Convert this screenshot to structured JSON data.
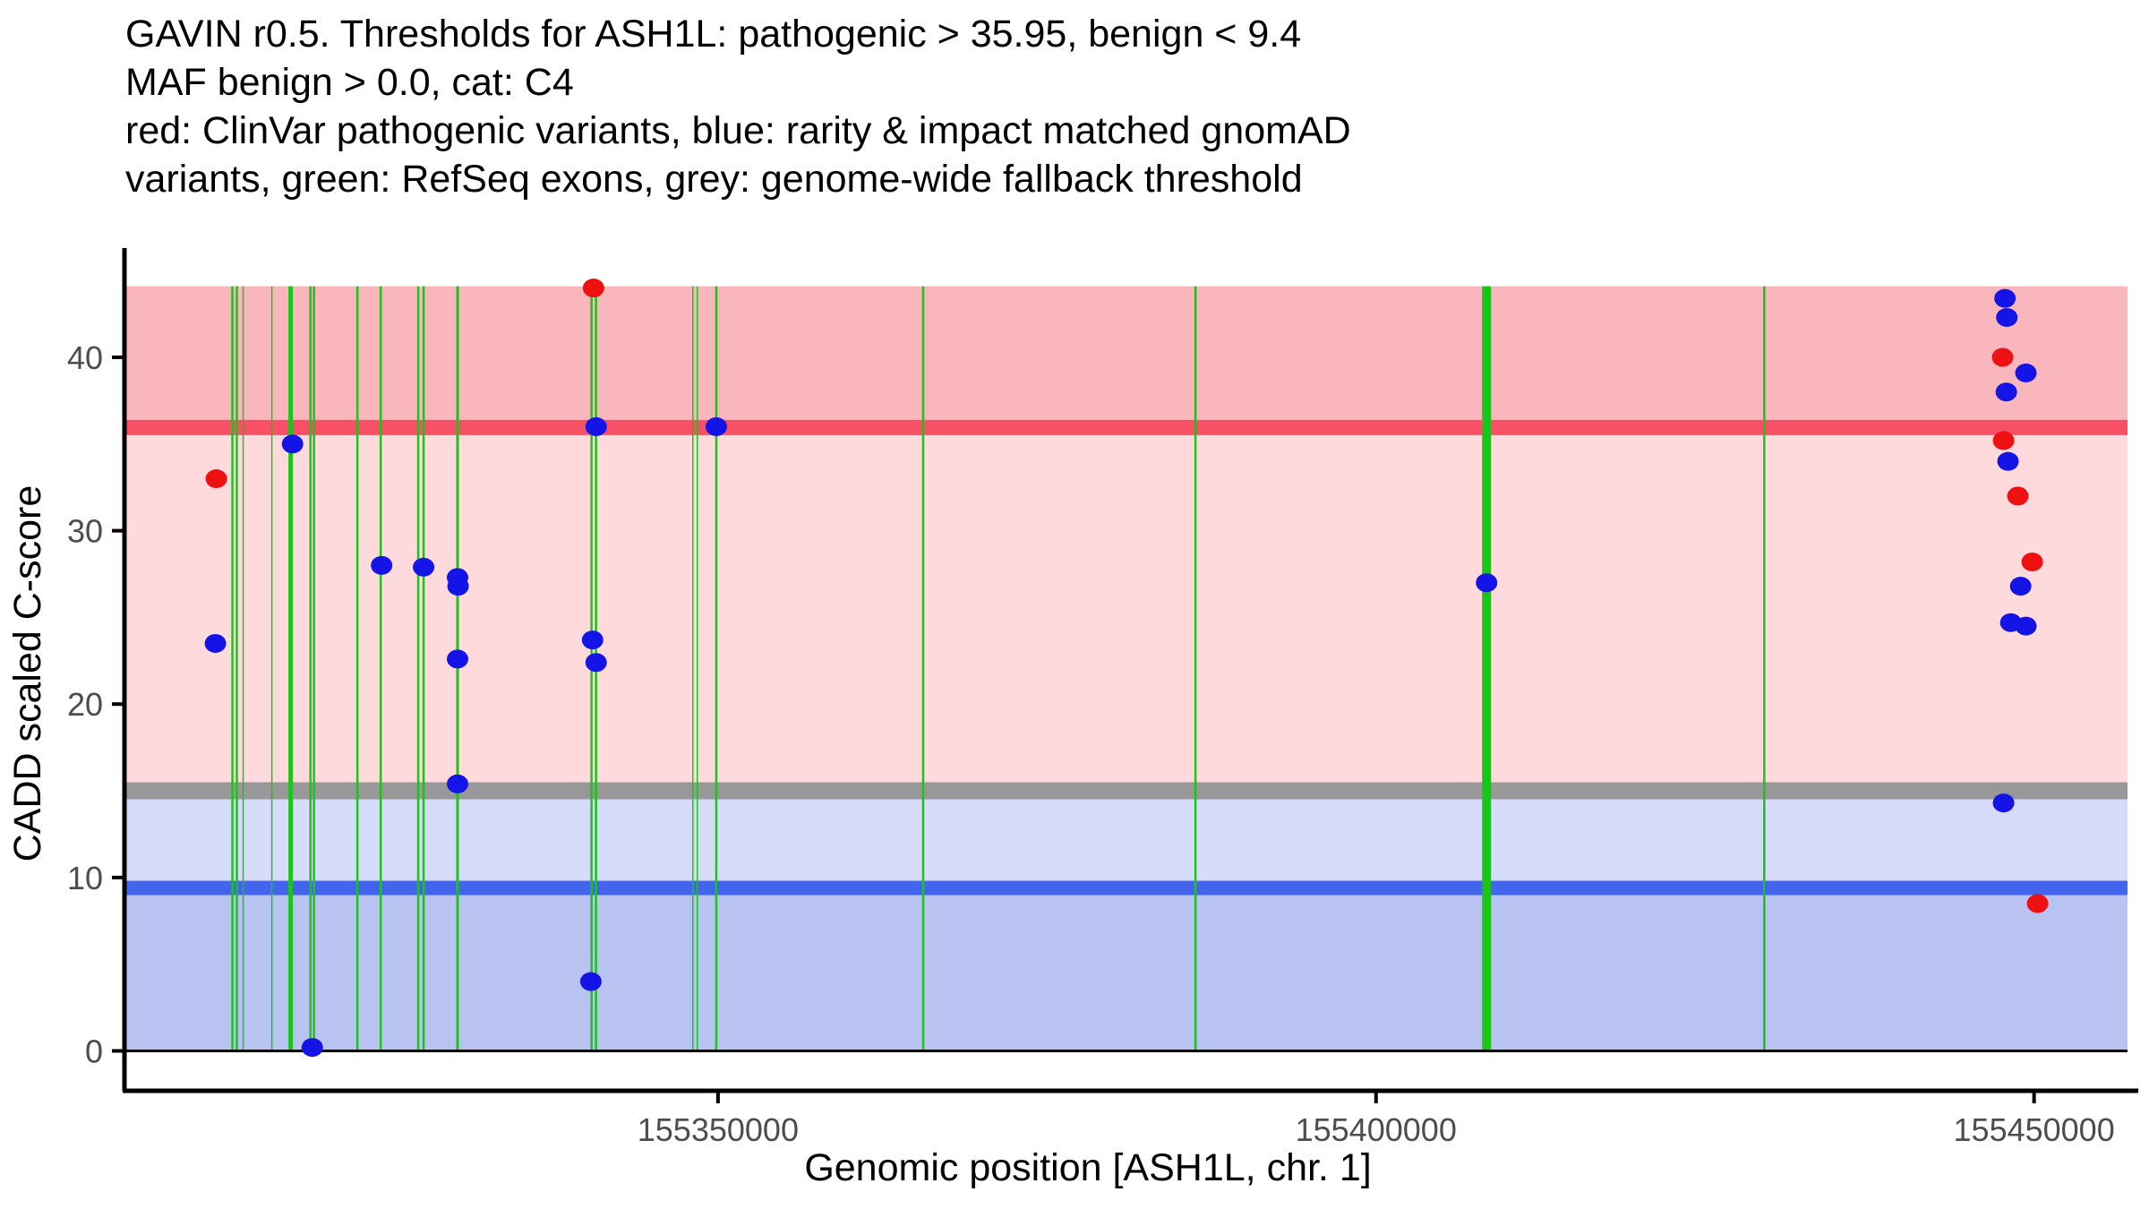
{
  "chart_data": {
    "type": "scatter",
    "title_lines": [
      "GAVIN r0.5. Thresholds for ASH1L: pathogenic > 35.95, benign < 9.4",
      "MAF benign > 0.0, cat: C4",
      "red: ClinVar pathogenic variants, blue: rarity & impact matched gnomAD",
      "variants, green: RefSeq exons, grey: genome-wide fallback threshold"
    ],
    "xlabel": "Genomic position [ASH1L, chr. 1]",
    "ylabel": "CADD scaled C-score",
    "gene": "ASH1L",
    "gavin_version": "r0.5",
    "category": "C4",
    "maf_benign": 0.0,
    "xlim": [
      155304900,
      155457100
    ],
    "ylim": [
      -2.3,
      46.3
    ],
    "grid": false,
    "legend_position": "none (legend encoded in title text)",
    "x_ticks": [
      {
        "pos": 155350000,
        "label": "155350000"
      },
      {
        "pos": 155400000,
        "label": "155400000"
      },
      {
        "pos": 155450000,
        "label": "155450000"
      }
    ],
    "y_ticks": [
      {
        "value": 0,
        "label": "0"
      },
      {
        "value": 10,
        "label": "10"
      },
      {
        "value": 20,
        "label": "20"
      },
      {
        "value": 30,
        "label": "30"
      },
      {
        "value": 40,
        "label": "40"
      }
    ],
    "regions": [
      {
        "name": "pathogenic-zone",
        "from": 35.95,
        "to": 44.1,
        "color": "#fab6bd"
      },
      {
        "name": "vus-upper-zone",
        "from": 15.0,
        "to": 35.95,
        "color": "#ffdadd"
      },
      {
        "name": "vus-lower-zone",
        "from": 9.4,
        "to": 15.0,
        "color": "#d5dbf8"
      },
      {
        "name": "benign-zone",
        "from": 0.0,
        "to": 9.4,
        "color": "#b9c3f1"
      }
    ],
    "threshold_lines": [
      {
        "name": "pathogenic-threshold",
        "value": 35.95,
        "color": "#f85064",
        "width": 17,
        "meaning": "pathogenic > 35.95"
      },
      {
        "name": "fallback-threshold",
        "value": 15.0,
        "color": "#989898",
        "width": 19,
        "meaning": "genome-wide fallback threshold"
      },
      {
        "name": "benign-threshold",
        "value": 9.4,
        "color": "#4365ee",
        "width": 16,
        "meaning": "benign < 9.4"
      }
    ],
    "zero_line": {
      "value": 0,
      "color": "#000000",
      "width": 3
    },
    "exons": {
      "meaning": "RefSeq exons",
      "color": "#1ac41a",
      "lines": [
        {
          "pos": 155313100,
          "w": 2.5
        },
        {
          "pos": 155313440,
          "w": 2.5
        },
        {
          "pos": 155313920,
          "w": 1.5
        },
        {
          "pos": 155316100,
          "w": 1.5
        },
        {
          "pos": 155317530,
          "w": 5
        },
        {
          "pos": 155319030,
          "w": 2.5
        },
        {
          "pos": 155319300,
          "w": 2.5
        },
        {
          "pos": 155322600,
          "w": 2.5
        },
        {
          "pos": 155324370,
          "w": 2.5
        },
        {
          "pos": 155327220,
          "w": 2.5
        },
        {
          "pos": 155327630,
          "w": 2.5
        },
        {
          "pos": 155330210,
          "w": 3
        },
        {
          "pos": 155340390,
          "w": 2.5
        },
        {
          "pos": 155340730,
          "w": 2.5
        },
        {
          "pos": 155348090,
          "w": 1.5
        },
        {
          "pos": 155348430,
          "w": 1.5
        },
        {
          "pos": 155349870,
          "w": 2.5
        },
        {
          "pos": 155365590,
          "w": 2.5
        },
        {
          "pos": 155386280,
          "w": 2.5
        },
        {
          "pos": 155408400,
          "w": 10
        },
        {
          "pos": 155429500,
          "w": 2.5
        }
      ]
    },
    "series": [
      {
        "name": "ClinVar pathogenic variants",
        "color": "#ee1111",
        "points": [
          {
            "pos": 155311880,
            "score": 33.0
          },
          {
            "pos": 155340540,
            "score": 44.0
          },
          {
            "pos": 155447610,
            "score": 40.0
          },
          {
            "pos": 155447680,
            "score": 35.2
          },
          {
            "pos": 155448770,
            "score": 32.0
          },
          {
            "pos": 155449860,
            "score": 28.2
          },
          {
            "pos": 155450270,
            "score": 8.5
          }
        ]
      },
      {
        "name": "rarity & impact matched gnomAD variants",
        "color": "#1414e6",
        "points": [
          {
            "pos": 155311810,
            "score": 23.5
          },
          {
            "pos": 155317670,
            "score": 35.0
          },
          {
            "pos": 155319170,
            "score": 0.2
          },
          {
            "pos": 155324440,
            "score": 28.0
          },
          {
            "pos": 155327630,
            "score": 27.9
          },
          {
            "pos": 155330210,
            "score": 27.3
          },
          {
            "pos": 155330250,
            "score": 26.8
          },
          {
            "pos": 155330210,
            "score": 22.6
          },
          {
            "pos": 155330210,
            "score": 15.4
          },
          {
            "pos": 155340740,
            "score": 36.0
          },
          {
            "pos": 155340470,
            "score": 23.7
          },
          {
            "pos": 155340740,
            "score": 22.4
          },
          {
            "pos": 155340340,
            "score": 4.0
          },
          {
            "pos": 155349870,
            "score": 36.0
          },
          {
            "pos": 155408400,
            "score": 27.0
          },
          {
            "pos": 155447790,
            "score": 43.4
          },
          {
            "pos": 155447930,
            "score": 42.3
          },
          {
            "pos": 155449380,
            "score": 39.1
          },
          {
            "pos": 155447890,
            "score": 38.0
          },
          {
            "pos": 155448020,
            "score": 34.0
          },
          {
            "pos": 155448980,
            "score": 26.8
          },
          {
            "pos": 155448230,
            "score": 24.7
          },
          {
            "pos": 155449380,
            "score": 24.5
          },
          {
            "pos": 155447680,
            "score": 14.3
          }
        ]
      }
    ],
    "axis_color": "#000000",
    "tick_label_color": "#4d4d4d"
  }
}
